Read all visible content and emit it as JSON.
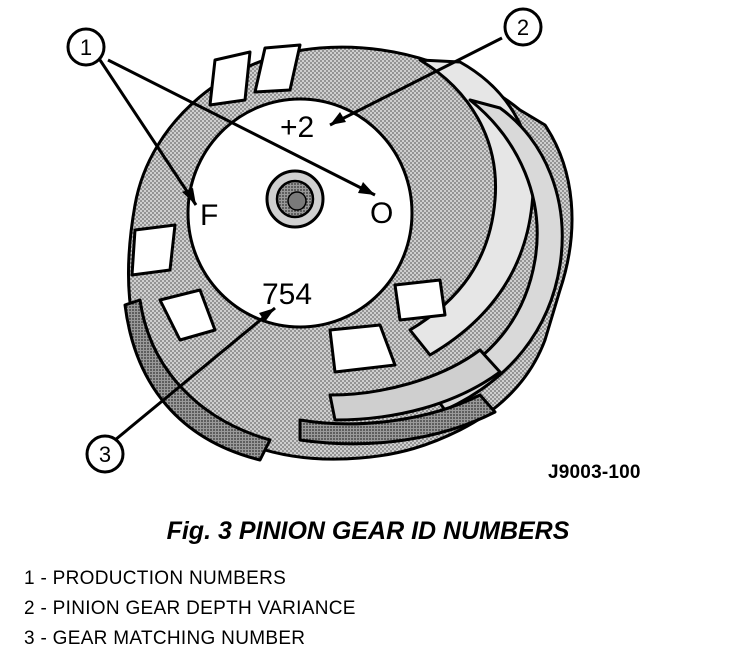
{
  "diagram": {
    "callouts": [
      {
        "number": "1"
      },
      {
        "number": "2"
      },
      {
        "number": "3"
      }
    ],
    "face_markings": {
      "depth_variance": "+2",
      "production_left": "F",
      "production_right": "O",
      "matching_number": "754"
    },
    "reference_code": "J9003-100"
  },
  "caption": "Fig. 3 PINION GEAR ID NUMBERS",
  "legend": [
    "1 - PRODUCTION NUMBERS",
    "2 - PINION GEAR DEPTH VARIANCE",
    "3 - GEAR MATCHING NUMBER"
  ],
  "colors": {
    "ink": "#000000",
    "gear_face": "#ffffff",
    "gear_body": "#bdbdbd",
    "gear_shadow": "#7a7a7a"
  }
}
